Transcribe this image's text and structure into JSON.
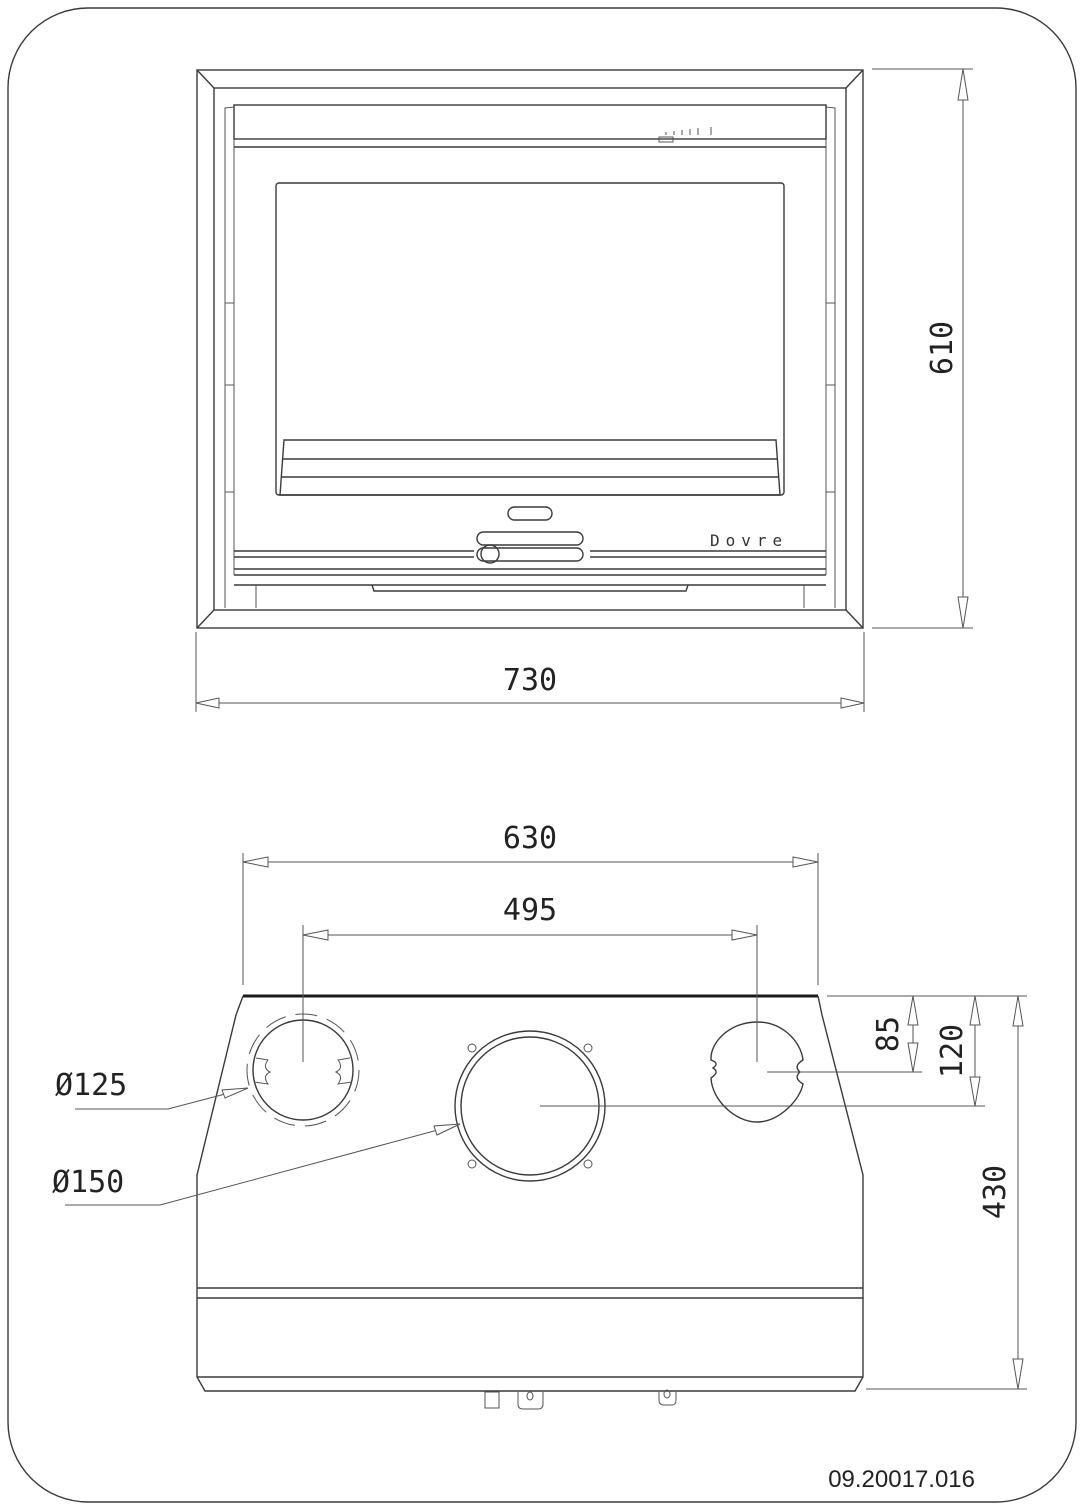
{
  "drawing": {
    "brand_label": "Dovre",
    "document_number": "09.20017.016",
    "front_view": {
      "width_label": "730",
      "height_label": "610"
    },
    "top_view": {
      "overall_width_label": "630",
      "outlet_spacing_label": "495",
      "outlet_depth_label": "85",
      "center_depth_label": "120",
      "depth_label": "430",
      "small_outlet_diameter_label": "Ø125",
      "large_outlet_diameter_label": "Ø150"
    }
  }
}
